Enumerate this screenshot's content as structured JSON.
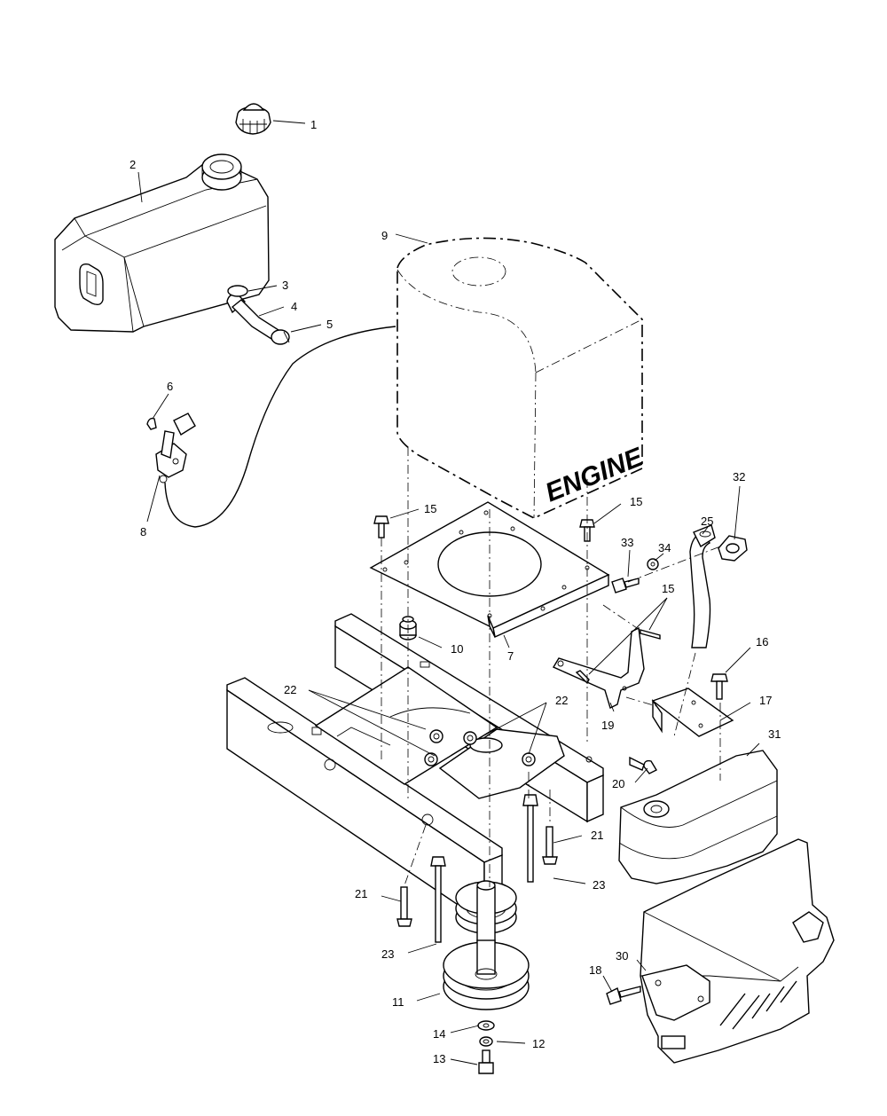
{
  "engine_label": "ENGINE",
  "callouts": [
    {
      "id": "c1",
      "text": "1"
    },
    {
      "id": "c2",
      "text": "2"
    },
    {
      "id": "c3",
      "text": "3"
    },
    {
      "id": "c4",
      "text": "4"
    },
    {
      "id": "c5",
      "text": "5"
    },
    {
      "id": "c6",
      "text": "6"
    },
    {
      "id": "c7",
      "text": "7"
    },
    {
      "id": "c8",
      "text": "8"
    },
    {
      "id": "c9",
      "text": "9"
    },
    {
      "id": "c10",
      "text": "10"
    },
    {
      "id": "c11",
      "text": "11"
    },
    {
      "id": "c12",
      "text": "12"
    },
    {
      "id": "c13",
      "text": "13"
    },
    {
      "id": "c14",
      "text": "14"
    },
    {
      "id": "c15a",
      "text": "15"
    },
    {
      "id": "c15b",
      "text": "15"
    },
    {
      "id": "c15c",
      "text": "15"
    },
    {
      "id": "c16",
      "text": "16"
    },
    {
      "id": "c17",
      "text": "17"
    },
    {
      "id": "c18",
      "text": "18"
    },
    {
      "id": "c19",
      "text": "19"
    },
    {
      "id": "c20",
      "text": "20"
    },
    {
      "id": "c21a",
      "text": "21"
    },
    {
      "id": "c21b",
      "text": "21"
    },
    {
      "id": "c22a",
      "text": "22"
    },
    {
      "id": "c22b",
      "text": "22"
    },
    {
      "id": "c23a",
      "text": "23"
    },
    {
      "id": "c23b",
      "text": "23"
    },
    {
      "id": "c25",
      "text": "25"
    },
    {
      "id": "c30",
      "text": "30"
    },
    {
      "id": "c31",
      "text": "31"
    },
    {
      "id": "c32",
      "text": "32"
    },
    {
      "id": "c33",
      "text": "33"
    },
    {
      "id": "c34",
      "text": "34"
    }
  ]
}
